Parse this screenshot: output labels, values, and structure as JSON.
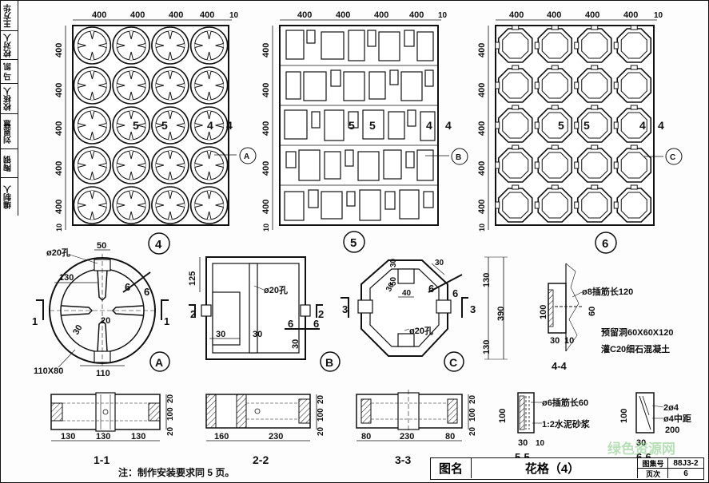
{
  "sidebar": {
    "cells": [
      "王方华",
      "校对人",
      "马 凯",
      "校核人",
      "刘恩慧",
      "陶钢",
      "编制人"
    ]
  },
  "panels": {
    "p4": {
      "number": "4",
      "dims_top": [
        "400",
        "400",
        "400",
        "400",
        "10"
      ],
      "dims_left": [
        "400",
        "400",
        "400",
        "400",
        "400",
        "10"
      ],
      "section_marks": [
        "5",
        "5",
        "4",
        "4"
      ],
      "callout": "A"
    },
    "p5": {
      "number": "5",
      "dims_top": [
        "400",
        "400",
        "400",
        "400",
        "10"
      ],
      "dims_left": [
        "400",
        "400",
        "400",
        "400",
        "400",
        "10"
      ],
      "section_marks": [
        "5",
        "5",
        "4",
        "4"
      ],
      "callout": "B"
    },
    "p6": {
      "number": "6",
      "dims_top": [
        "400",
        "400",
        "400",
        "400",
        "10"
      ],
      "dims_left": [
        "400",
        "400",
        "400",
        "400",
        "400",
        "10"
      ],
      "section_marks": [
        "5",
        "5",
        "4",
        "4"
      ],
      "callout": "C"
    }
  },
  "detailA": {
    "label": "A",
    "hole": "ø20孔",
    "dims": [
      "50",
      "130",
      "30",
      "20",
      "110X80",
      "110"
    ],
    "cuts": [
      "1",
      "1",
      "6",
      "6"
    ]
  },
  "detailB": {
    "label": "B",
    "hole": "ø20孔",
    "dims": [
      "125",
      "30",
      "30",
      "30"
    ],
    "cuts": [
      "2",
      "2",
      "6",
      "6"
    ]
  },
  "detailC": {
    "label": "C",
    "hole": "ø20孔",
    "dims": [
      "30",
      "50",
      "40",
      "30",
      "30"
    ],
    "cuts": [
      "3",
      "3",
      "6",
      "6"
    ]
  },
  "section11": {
    "label": "1-1",
    "dims_bottom": [
      "130",
      "130",
      "130"
    ],
    "dims_right": [
      "20",
      "100",
      "20"
    ]
  },
  "section22": {
    "label": "2-2",
    "dims_bottom": [
      "160",
      "230"
    ],
    "dims_right": [
      "20",
      "100",
      "20"
    ]
  },
  "section33": {
    "label": "3-3",
    "dims_bottom": [
      "80",
      "230",
      "80"
    ],
    "dims_right": [
      "20",
      "100",
      "20"
    ]
  },
  "section44": {
    "label": "4-4",
    "dims": [
      "130",
      "130",
      "390",
      "100",
      "60",
      "30",
      "10"
    ],
    "notes": [
      "ø8插筋长120",
      "预留洞60X60X120",
      "灌C20细石混凝土"
    ]
  },
  "section55": {
    "label": "5-5",
    "dims": [
      "100",
      "30",
      "10"
    ],
    "notes": [
      "ø6插筋长60",
      "1:2水泥砂浆"
    ]
  },
  "section66": {
    "label": "6-6",
    "dims": [
      "100",
      "30"
    ],
    "notes": [
      "2ø4",
      "ø4中距",
      "200"
    ]
  },
  "footnote": "注：制作安装要求同 5 页。",
  "title_block": {
    "label": "图名",
    "title": "花格（4）",
    "atlas_key": "图集号",
    "atlas_val": "88J3-2",
    "page_key": "页次",
    "page_val": "6"
  },
  "watermark": "绿色资源网"
}
